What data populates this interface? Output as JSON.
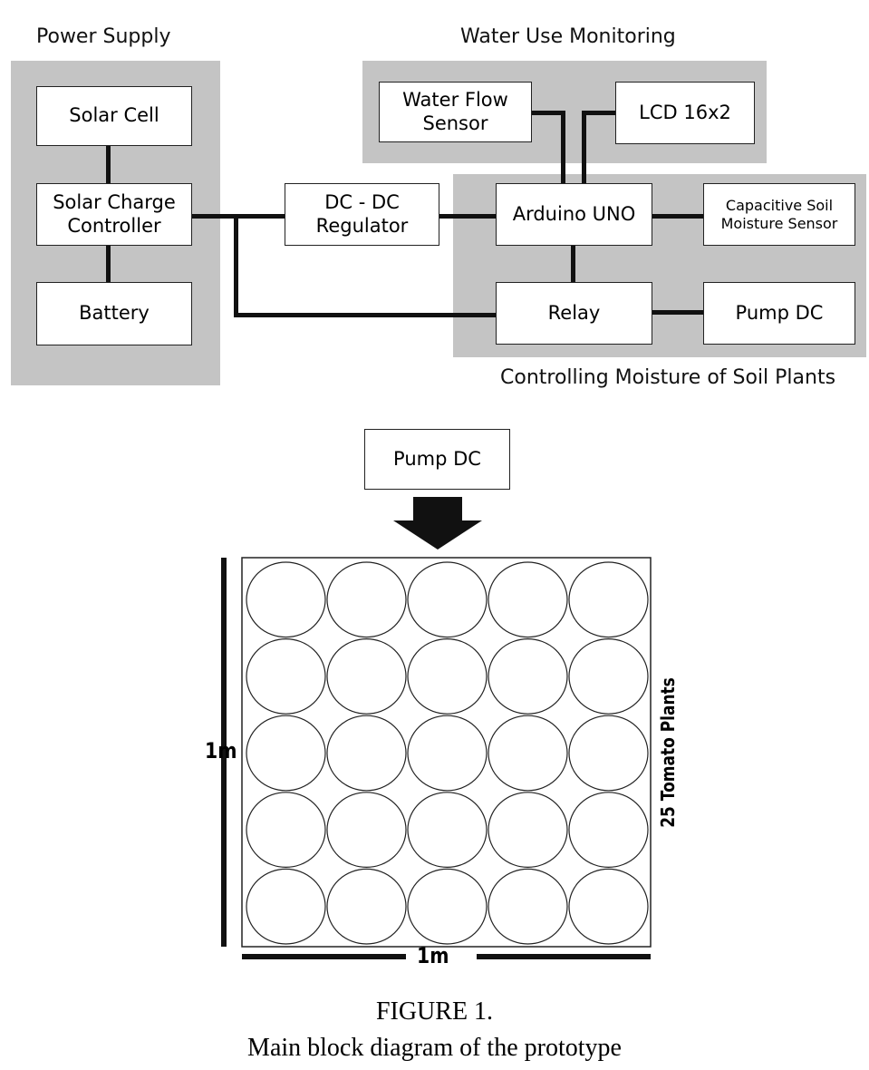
{
  "groups": {
    "power_supply": "Power Supply",
    "water_use_monitoring": "Water Use Monitoring",
    "controlling_moisture": "Controlling Moisture of Soil Plants"
  },
  "blocks": {
    "solar_cell": "Solar Cell",
    "solar_charge_controller": "Solar Charge\nController",
    "battery": "Battery",
    "dc_dc_regulator": "DC - DC\nRegulator",
    "water_flow_sensor": "Water Flow\nSensor",
    "lcd": "LCD 16x2",
    "arduino_uno": "Arduino UNO",
    "capacitive_sensor": "Capacitive Soil\nMoisture Sensor",
    "relay": "Relay",
    "pump_dc": "Pump DC",
    "pump_dc_field": "Pump DC"
  },
  "field": {
    "rows": 5,
    "cols": 5,
    "width_label": "1m",
    "height_label": "1m",
    "plants_label": "25 Tomato Plants"
  },
  "caption": {
    "figure_label": "FIGURE 1.",
    "title": "Main block diagram of the prototype"
  },
  "colors": {
    "group_fill": "#c4c4c4",
    "line": "#111111"
  }
}
